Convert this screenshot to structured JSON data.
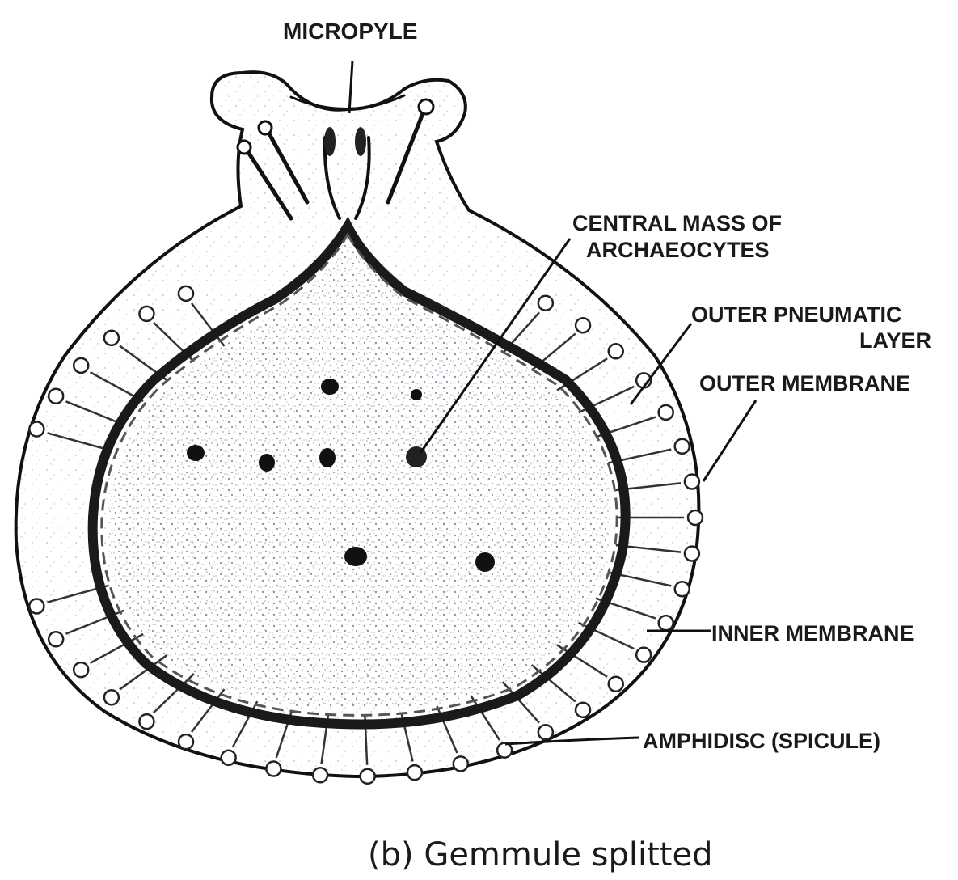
{
  "labels": {
    "micropyle": "MICROPYLE",
    "central_mass_1": "CENTRAL MASS OF",
    "central_mass_2": "ARCHAEOCYTES",
    "outer_pneumatic_1": "OUTER PNEUMATIC",
    "outer_pneumatic_2": "LAYER",
    "outer_membrane": "OUTER MEMBRANE",
    "inner_membrane": "INNER MEMBRANE",
    "amphidisc": "AMPHIDISC (SPICULE)"
  },
  "caption": "(b) Gemmule splitted",
  "colors": {
    "ink": "#111111",
    "stipple": "#9aa0ab",
    "background": "#ffffff"
  }
}
